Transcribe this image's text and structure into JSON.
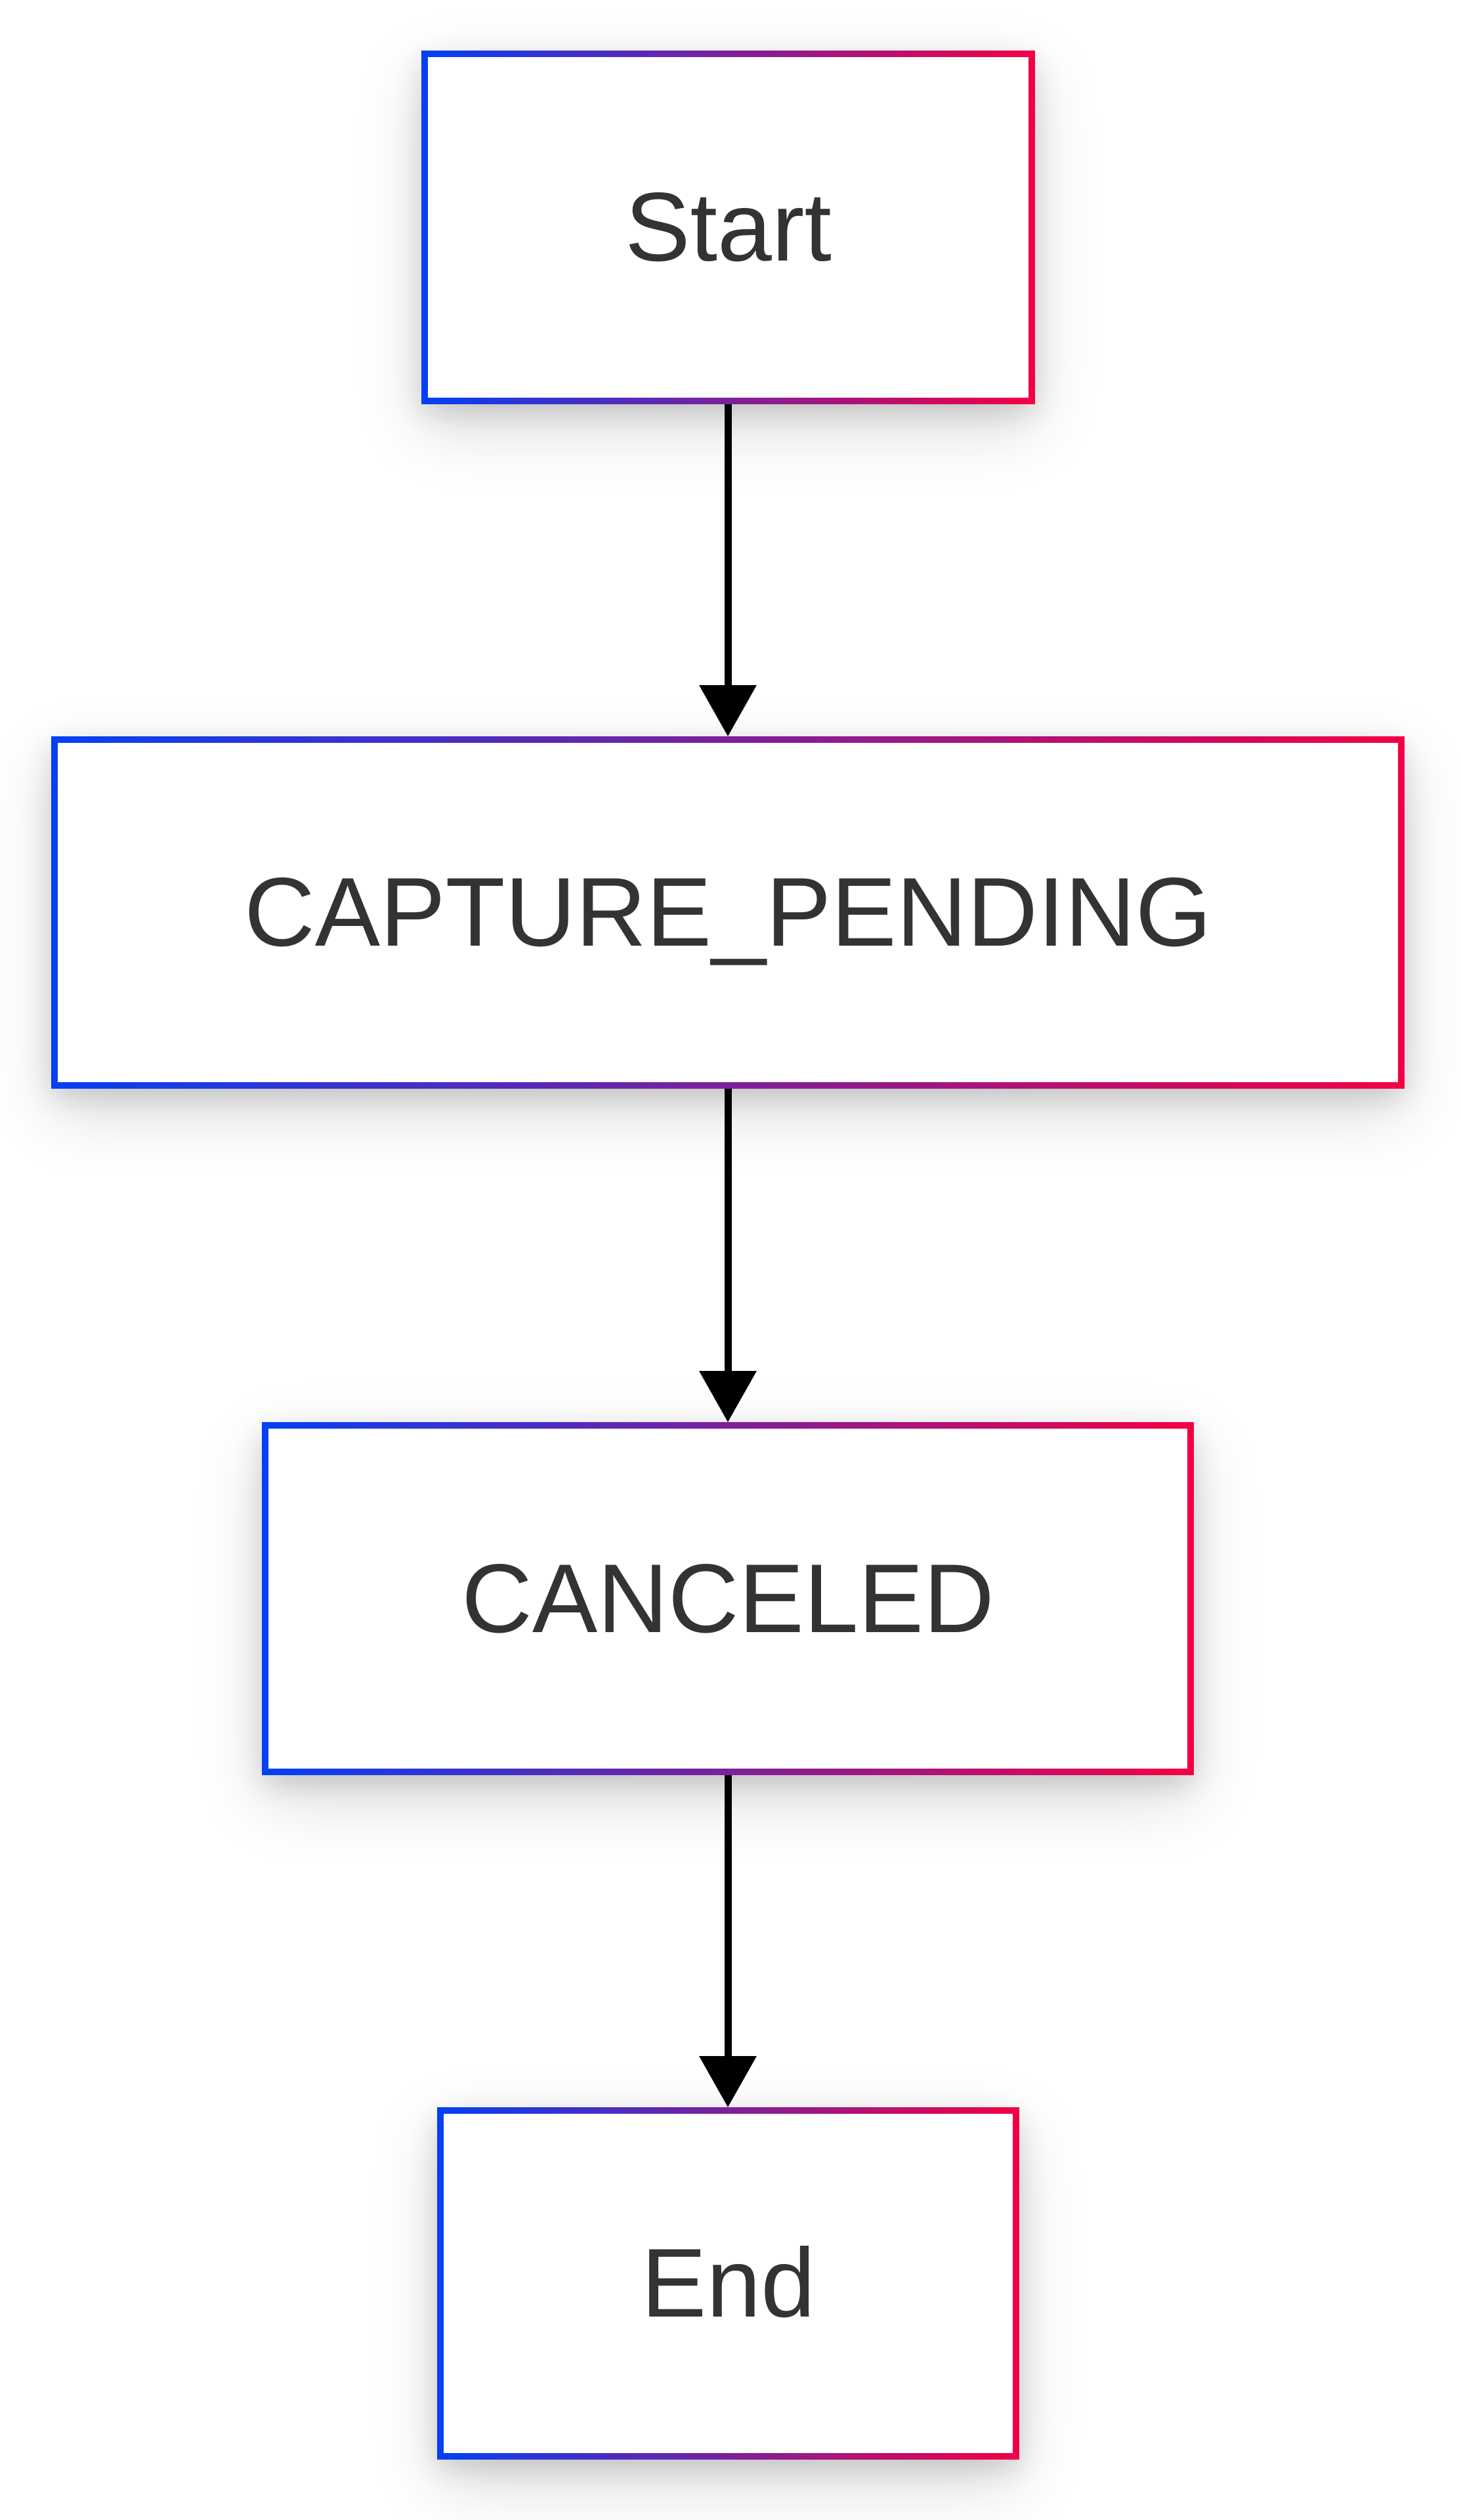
{
  "diagram": {
    "type": "flowchart",
    "direction": "top-down",
    "nodes": [
      {
        "id": "start",
        "label": "Start"
      },
      {
        "id": "capture_pending",
        "label": "CAPTURE_PENDING"
      },
      {
        "id": "canceled",
        "label": "CANCELED"
      },
      {
        "id": "end",
        "label": "End"
      }
    ],
    "edges": [
      {
        "from": "start",
        "to": "capture_pending"
      },
      {
        "from": "capture_pending",
        "to": "canceled"
      },
      {
        "from": "canceled",
        "to": "end"
      }
    ],
    "colors": {
      "border_gradient_left": "#0540F2",
      "border_gradient_right": "#F20045",
      "node_fill": "#FFFFFF",
      "text": "#333333",
      "arrow": "#000000",
      "background": "#FFFFFF"
    }
  }
}
